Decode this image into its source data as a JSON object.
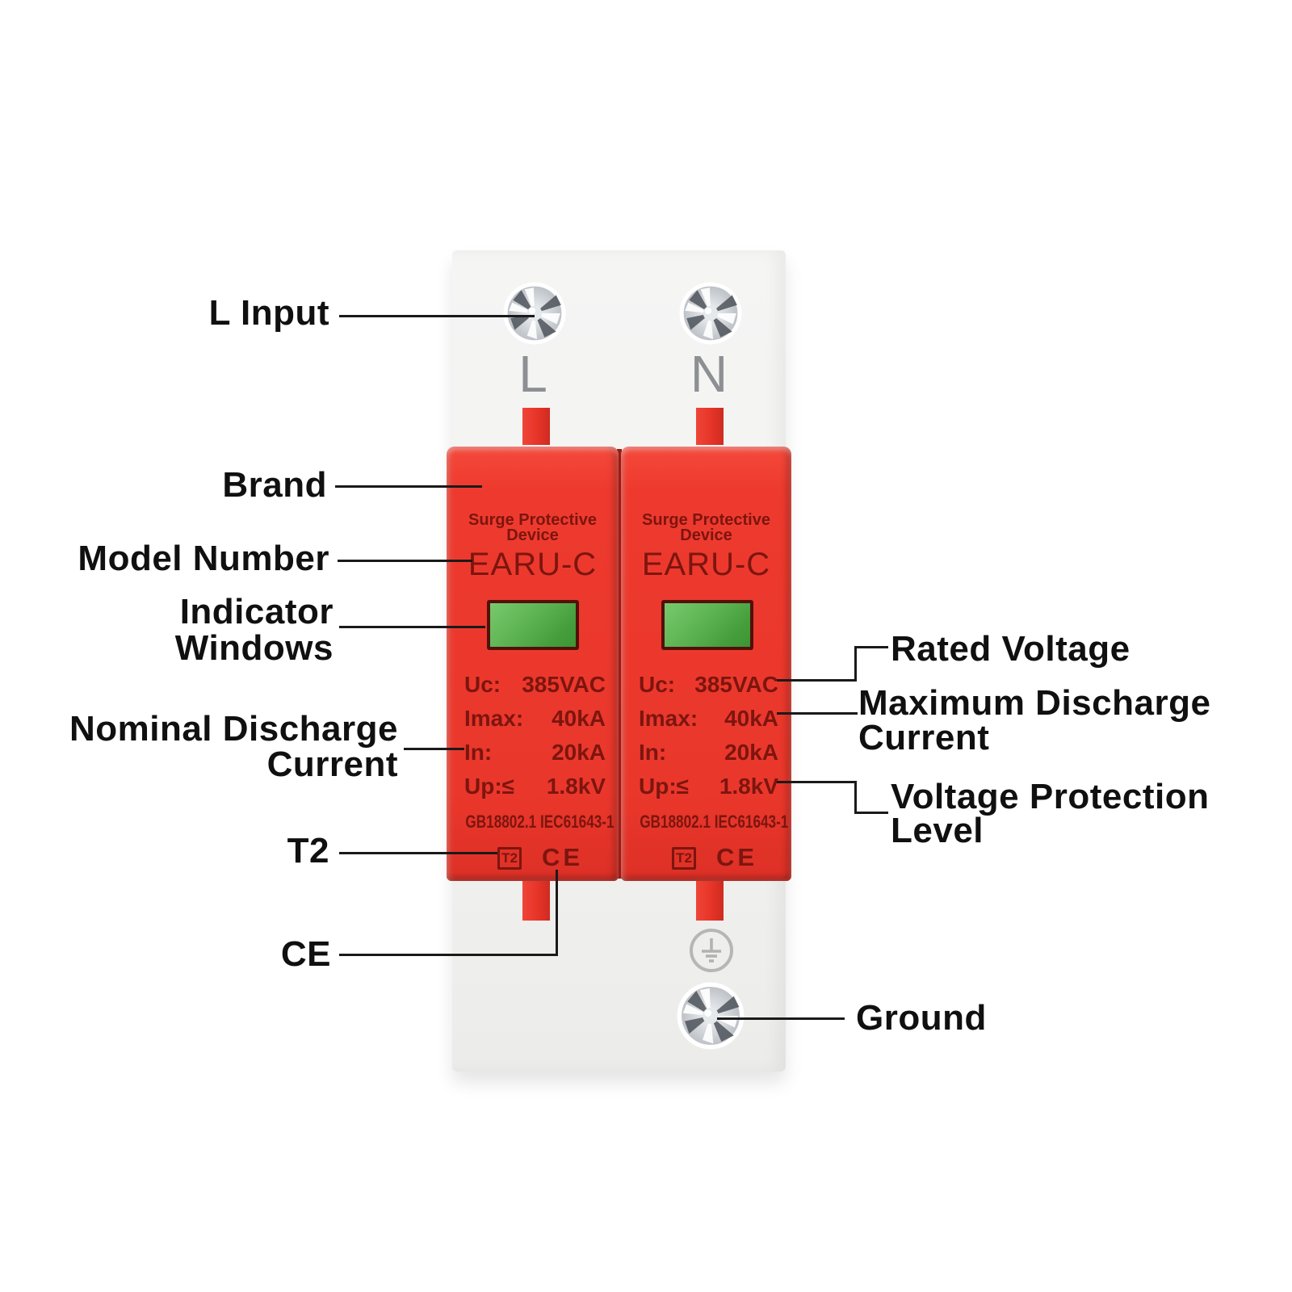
{
  "annotations": {
    "l_input": "L Input",
    "brand": "Brand",
    "model_number": "Model Number",
    "indicator_line1": "Indicator",
    "indicator_line2": "Windows",
    "nominal_line1": "Nominal Discharge",
    "nominal_line2": "Current",
    "t2": "T2",
    "ce": "CE",
    "rated_voltage": "Rated Voltage",
    "max_discharge_line1": "Maximum Discharge",
    "max_discharge_line2": "Current",
    "voltage_protection_line1": "Voltage Protection",
    "voltage_protection_line2": "Level",
    "ground": "Ground"
  },
  "device": {
    "terminal_left": "L",
    "terminal_right": "N",
    "modules": [
      {
        "header_line1": "Surge Protective",
        "header_line2": "Device",
        "model": "EARU-C",
        "specs": [
          {
            "label": "Uc:",
            "value": "385VAC"
          },
          {
            "label": "Imax:",
            "value": "40kA"
          },
          {
            "label": "In:",
            "value": "20kA"
          },
          {
            "label": "Up:≤",
            "value": "1.8kV"
          }
        ],
        "standards": "GB18802.1 IEC61643-1",
        "type_class": "T2",
        "ce_mark": "CE"
      },
      {
        "header_line1": "Surge Protective",
        "header_line2": "Device",
        "model": "EARU-C",
        "specs": [
          {
            "label": "Uc:",
            "value": "385VAC"
          },
          {
            "label": "Imax:",
            "value": "40kA"
          },
          {
            "label": "In:",
            "value": "20kA"
          },
          {
            "label": "Up:≤",
            "value": "1.8kV"
          }
        ],
        "standards": "GB18802.1 IEC61643-1",
        "type_class": "T2",
        "ce_mark": "CE"
      }
    ]
  },
  "colors": {
    "module_red": "#ee3a2e",
    "indicator_green": "#5ab150",
    "device_text_maroon": "#7c150f",
    "panel_gray": "#f3f3f2",
    "label_black": "#101010",
    "terminal_gray": "#8d9093"
  }
}
